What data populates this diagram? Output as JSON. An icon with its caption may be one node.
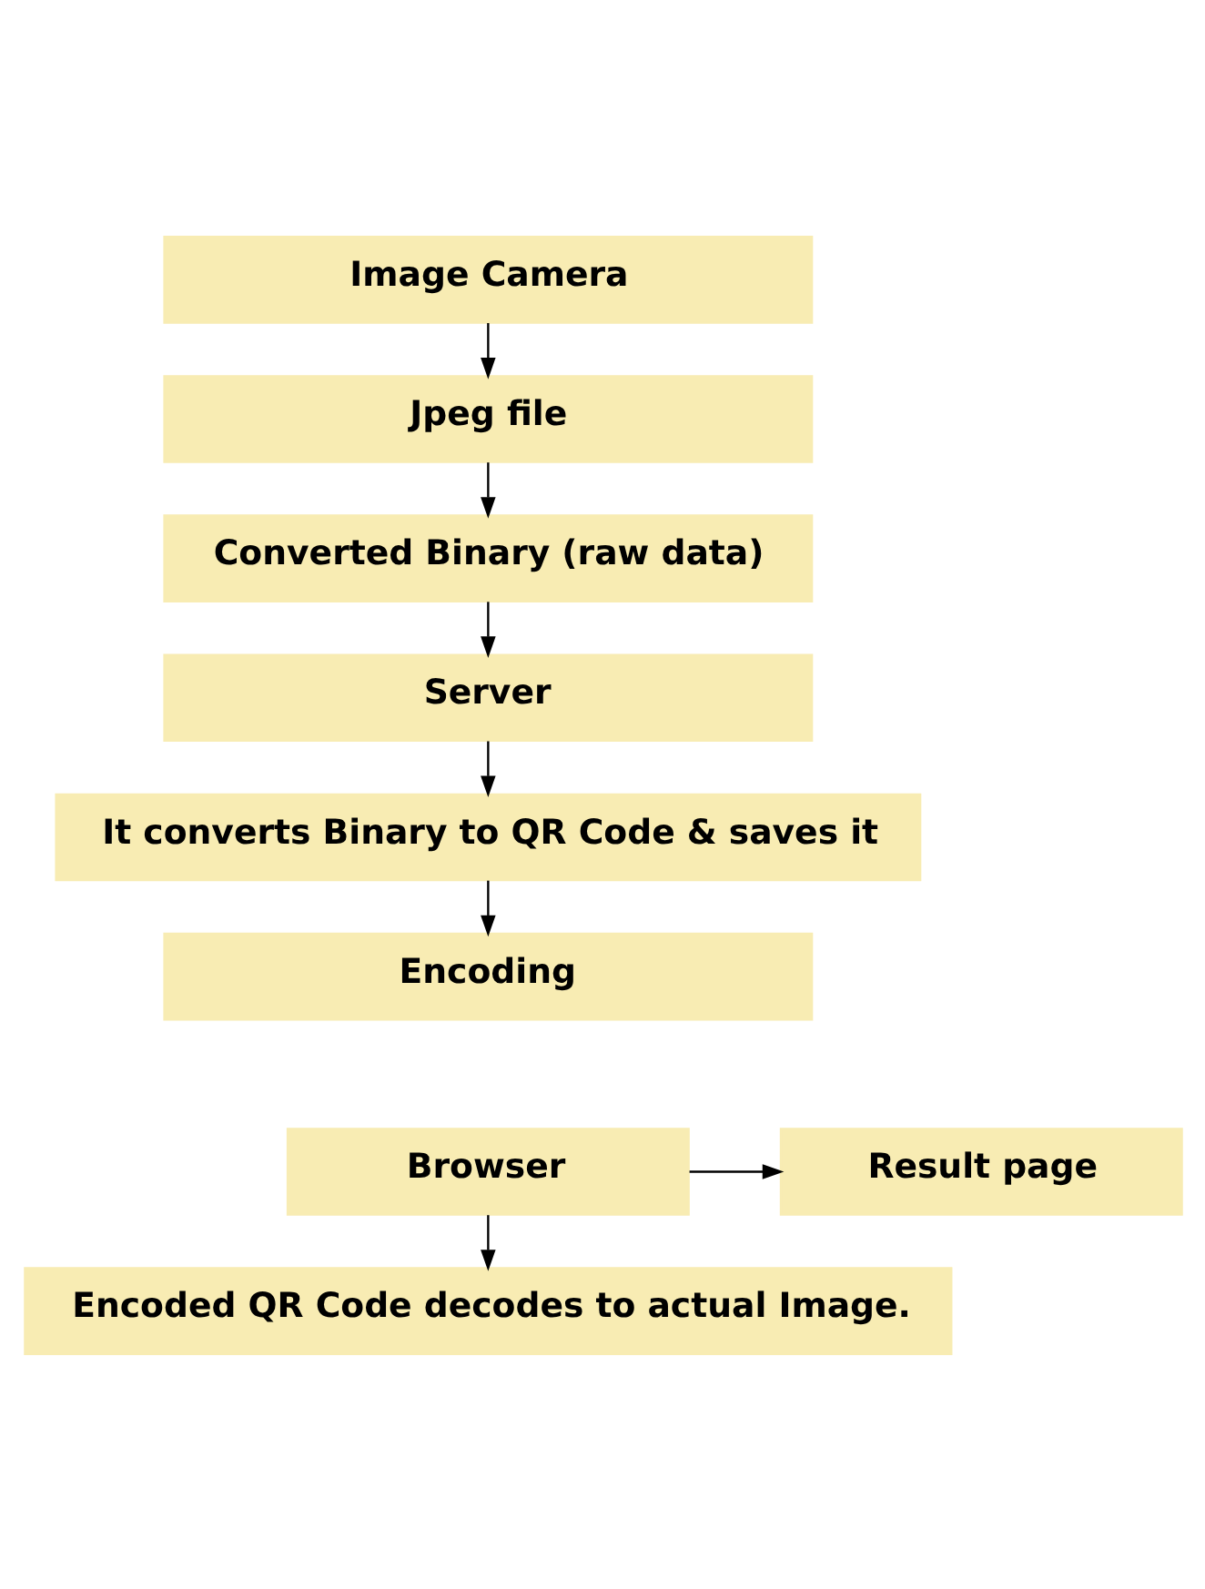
{
  "diagram": {
    "nodes": [
      {
        "text": [
          "Image Camera"
        ]
      },
      {
        "text": [
          "Jpeg file"
        ]
      },
      {
        "text": [
          "Converted Binary (raw data)"
        ]
      },
      {
        "text": [
          "Server"
        ]
      },
      {
        "text": [
          "It converts Binary to QR Code & saves it"
        ]
      },
      {
        "text": [
          "Encoding"
        ]
      },
      {
        "text": [
          "Browser"
        ]
      },
      {
        "text": [
          "Result page"
        ]
      },
      {
        "text": [
          "Encoded QR Code decodes to actual Image."
        ]
      }
    ],
    "edges": [
      {
        "from": 0,
        "to": 1,
        "arrow": "to"
      },
      {
        "from": 1,
        "to": 2,
        "arrow": "to"
      },
      {
        "from": 2,
        "to": 3,
        "arrow": "to"
      },
      {
        "from": 3,
        "to": 4,
        "arrow": "to"
      },
      {
        "from": 4,
        "to": 5,
        "arrow": "to"
      },
      {
        "from": 6,
        "to": 7,
        "arrow": "to"
      },
      {
        "from": 6,
        "to": 8,
        "arrow": "to"
      }
    ]
  }
}
